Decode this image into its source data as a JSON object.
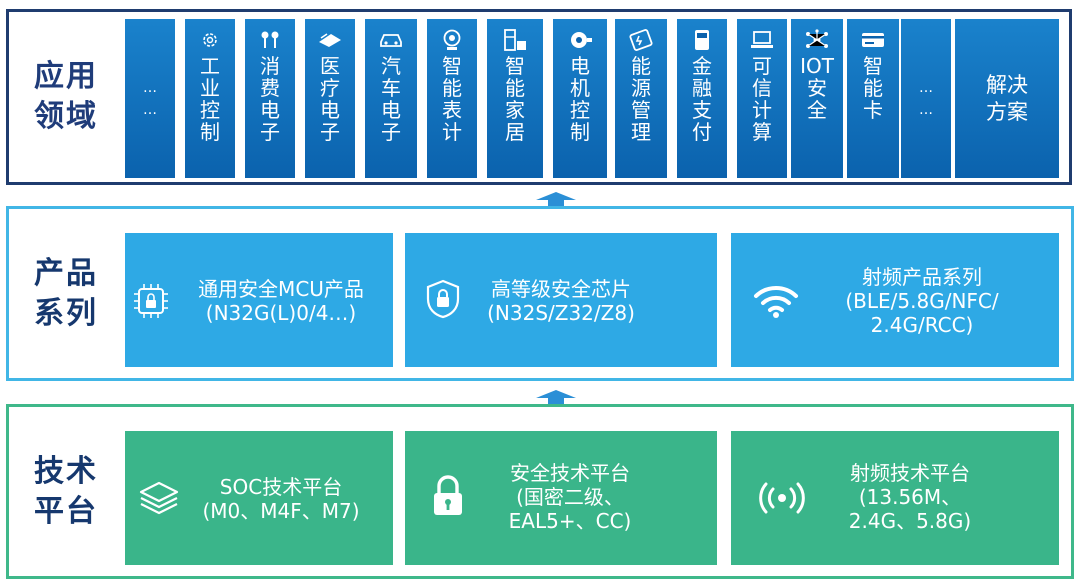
{
  "application": {
    "title": "应用\n领域",
    "items": [
      {
        "label": "…\n…",
        "icon": ""
      },
      {
        "label": "工\n业\n控\n制",
        "icon": "gear-icon"
      },
      {
        "label": "消\n费\n电\n子",
        "icon": "earbuds-icon"
      },
      {
        "label": "医\n疗\n电\n子",
        "icon": "medical-device-icon"
      },
      {
        "label": "汽\n车\n电\n子",
        "icon": "car-icon"
      },
      {
        "label": "智\n能\n表\n计",
        "icon": "meter-icon"
      },
      {
        "label": "智\n能\n家\n居",
        "icon": "appliance-icon"
      },
      {
        "label": "电\n机\n控\n制",
        "icon": "motor-icon"
      },
      {
        "label": "能\n源\n管\n理",
        "icon": "battery-icon"
      },
      {
        "label": "金\n融\n支\n付",
        "icon": "pos-terminal-icon"
      },
      {
        "label": "可\n信\n计\n算",
        "icon": "laptop-icon"
      },
      {
        "label": "IOT\n安\n全",
        "icon": "network-icon"
      },
      {
        "label": "智\n能\n卡",
        "icon": "card-icon"
      },
      {
        "label": "…\n…",
        "icon": ""
      },
      {
        "label": "解决\n方案",
        "icon": ""
      }
    ]
  },
  "product": {
    "title": "产品\n系列",
    "cards": [
      {
        "text": "通用安全MCU产品\n(N32G(L)0/4…)",
        "icon": "chip-lock-icon"
      },
      {
        "text": "高等级安全芯片\n(N32S/Z32/Z8)",
        "icon": "shield-lock-icon"
      },
      {
        "text": "射频产品系列\n(BLE/5.8G/NFC/\n2.4G/RCC)",
        "icon": "wifi-icon"
      }
    ]
  },
  "technology": {
    "title": "技术\n平台",
    "cards": [
      {
        "text": "SOC技术平台\n(M0、M4F、M7)",
        "icon": "layers-icon"
      },
      {
        "text": "安全技术平台\n(国密二级、\nEAL5+、CC)",
        "icon": "padlock-icon"
      },
      {
        "text": "射频技术平台\n(13.56M、\n2.4G、5.8G)",
        "icon": "radio-signal-icon"
      }
    ]
  },
  "colors": {
    "navy": "#1f3c6f",
    "app_blue": "#0b62ad",
    "product_blue": "#2ea9e5",
    "tech_green": "#3ab58a"
  }
}
